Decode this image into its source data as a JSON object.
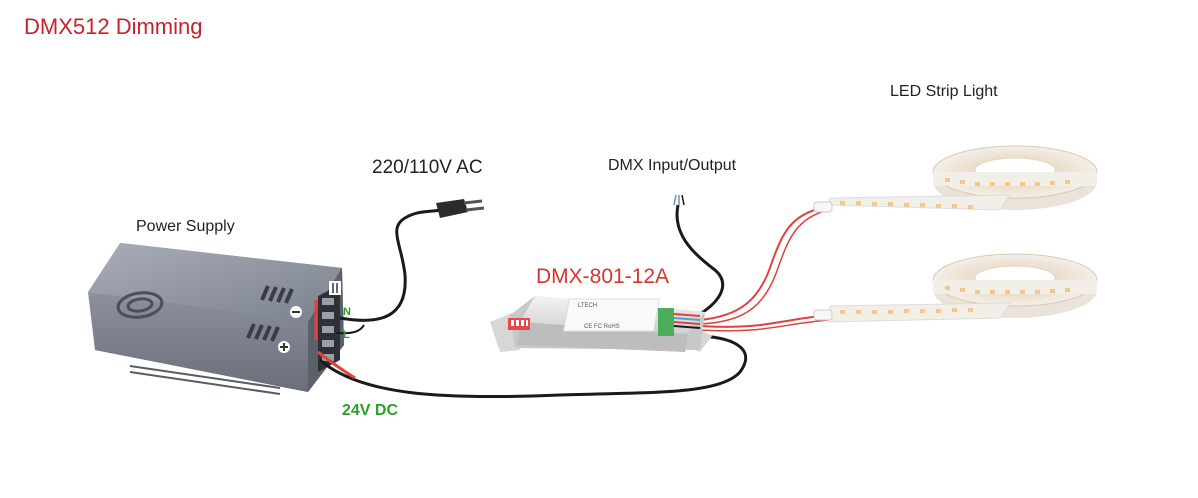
{
  "title": "DMX512 Dimming",
  "labels": {
    "power_supply": "Power Supply",
    "ac_input": "220/110V AC",
    "dmx_io": "DMX Input/Output",
    "decoder_model": "DMX-801-12A",
    "led_strip": "LED Strip Light",
    "dc_output": "24V DC",
    "terminal_n": "N",
    "terminal_l": "L"
  },
  "colors": {
    "title": "#c8232c",
    "model_label": "#d9342b",
    "dc_label": "#2aa02a",
    "wire_black": "#1a1a1a",
    "wire_red": "#e0413a"
  }
}
